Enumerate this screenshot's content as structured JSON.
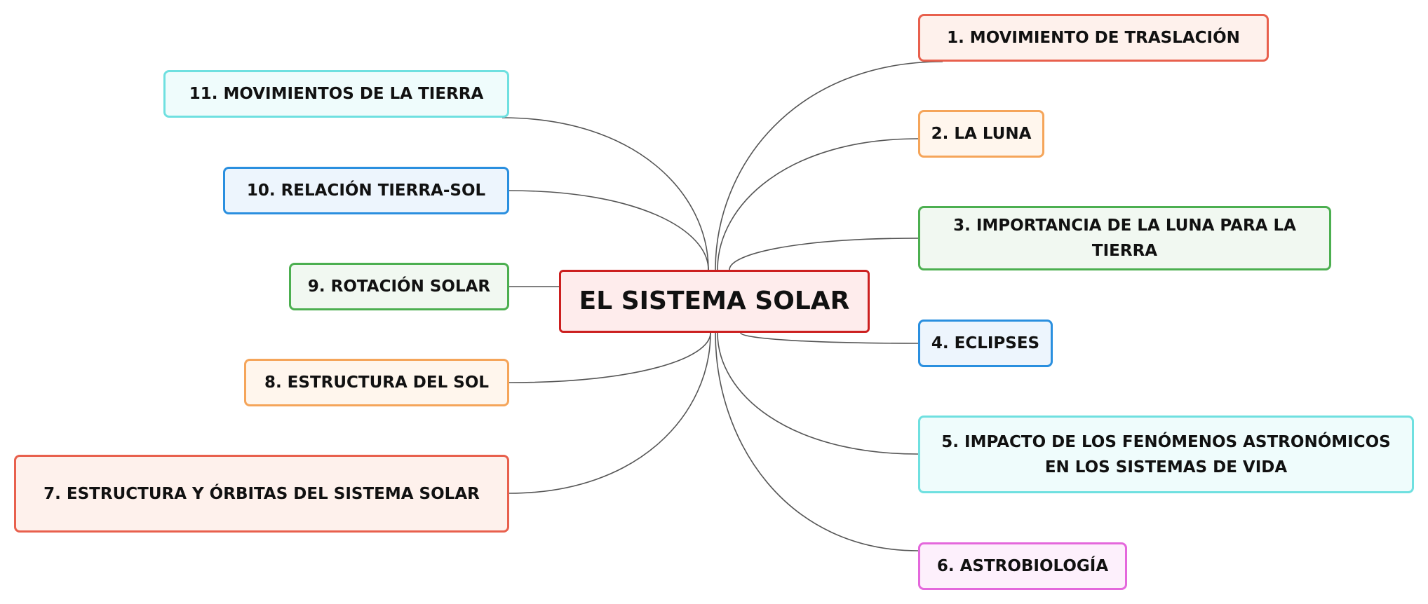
{
  "center": {
    "label": "EL SISTEMA SOLAR",
    "border": "#cc1f1f",
    "fill": "#feecec"
  },
  "topics": [
    {
      "label": "1. MOVIMIENTO DE TRASLACIÓN",
      "border": "#e8604d",
      "fill": "#fef1ec"
    },
    {
      "label": "2. LA LUNA",
      "border": "#f5a55a",
      "fill": "#fff6ed"
    },
    {
      "label": "3. IMPORTANCIA DE LA LUNA PARA LA TIERRA",
      "border": "#4caf50",
      "fill": "#f1f8f1"
    },
    {
      "label": "4. ECLIPSES",
      "border": "#2a8fdf",
      "fill": "#edf5fd"
    },
    {
      "label": "5. IMPACTO DE LOS FENÓMENOS ASTRONÓMICOS EN LOS SISTEMAS DE VIDA",
      "border": "#6fe0e0",
      "fill": "#effcfc"
    },
    {
      "label": "6. ASTROBIOLOGÍA",
      "border": "#e468dc",
      "fill": "#fdf0fc"
    },
    {
      "label": "7. ESTRUCTURA Y ÓRBITAS DEL SISTEMA SOLAR",
      "border": "#e8604d",
      "fill": "#fef1ec"
    },
    {
      "label": "8. ESTRUCTURA DEL SOL",
      "border": "#f5a55a",
      "fill": "#fff6ed"
    },
    {
      "label": "9. ROTACIÓN SOLAR",
      "border": "#4caf50",
      "fill": "#f1f8f1"
    },
    {
      "label": "10. RELACIÓN TIERRA-SOL",
      "border": "#2a8fdf",
      "fill": "#edf5fd"
    },
    {
      "label": "11. MOVIMIENTOS DE LA TIERRA",
      "border": "#6fe0e0",
      "fill": "#effcfc"
    }
  ],
  "connector_color": "#555555"
}
